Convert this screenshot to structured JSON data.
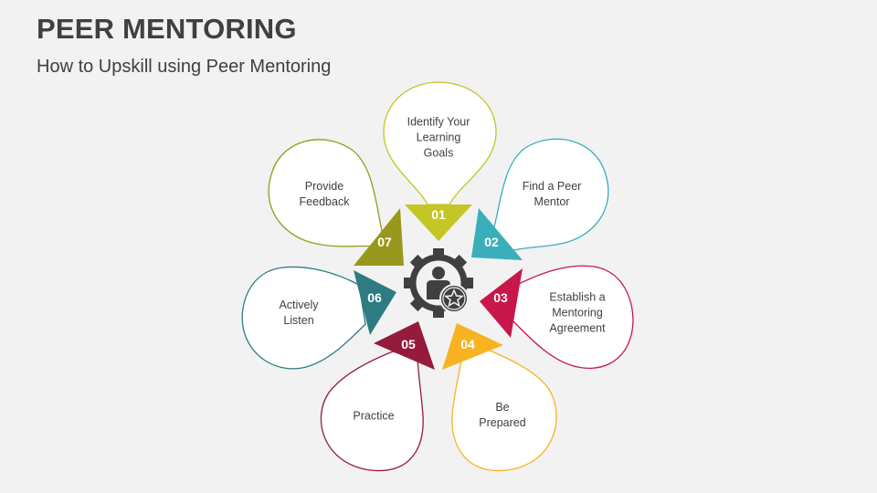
{
  "header": {
    "title": "PEER MENTORING",
    "subtitle": "How to Upskill using Peer Mentoring"
  },
  "center_icon": "gear-person-star-icon",
  "colors": {
    "background": "#f2f2f2",
    "text": "#404040",
    "icon": "#404040",
    "step01": "#c3c624",
    "step02": "#3aafb9",
    "step03": "#c8174a",
    "step04": "#f7b320",
    "step05": "#951a3c",
    "step06": "#2e7c82",
    "step07": "#98991c"
  },
  "steps": [
    {
      "number": "01",
      "label": "Identify Your\nLearning\nGoals"
    },
    {
      "number": "02",
      "label": "Find a Peer\nMentor"
    },
    {
      "number": "03",
      "label": "Establish a\nMentoring\nAgreement"
    },
    {
      "number": "04",
      "label": "Be\nPrepared"
    },
    {
      "number": "05",
      "label": "Practice"
    },
    {
      "number": "06",
      "label": "Actively\nListen"
    },
    {
      "number": "07",
      "label": "Provide\nFeedback"
    }
  ]
}
